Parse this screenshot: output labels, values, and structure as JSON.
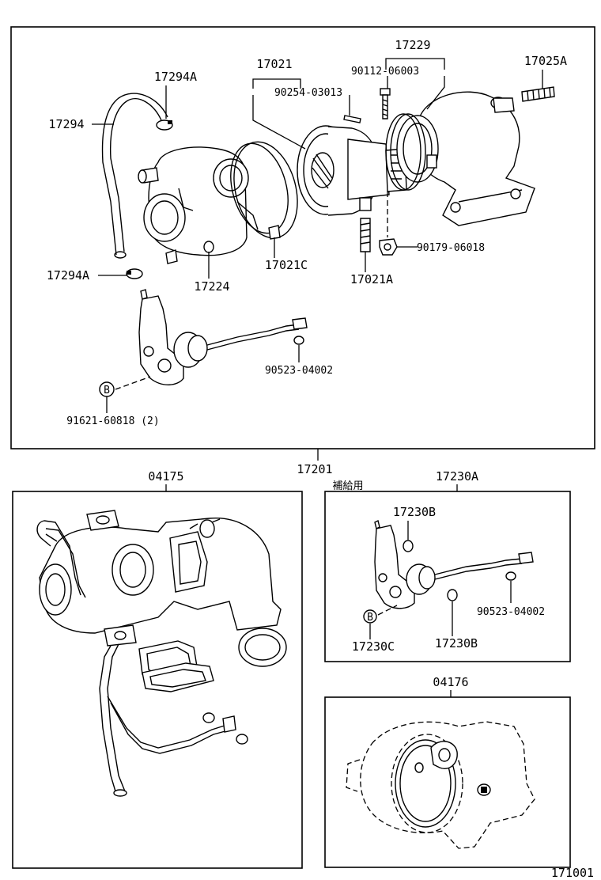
{
  "labels": {
    "p17229": "17229",
    "p17021": "17021",
    "p90112": "90112-06003",
    "p17025A": "17025A",
    "p17294A_top": "17294A",
    "p90254": "90254-03013",
    "p17294": "17294",
    "p90179": "90179-06018",
    "p17021C": "17021C",
    "p17021A": "17021A",
    "p17294A_bot": "17294A",
    "p17224": "17224",
    "p90523_top": "90523-04002",
    "p91621": "91621-60818 (2)",
    "p17201": "17201",
    "p04175": "04175",
    "hokyuyo": "補給用",
    "p17230A": "17230A",
    "p17230B_top": "17230B",
    "p90523_mid": "90523-04002",
    "p17230C": "17230C",
    "p17230B_bot": "17230B",
    "p04176": "04176",
    "p171001": "171001"
  },
  "markers": {
    "b_top": "B",
    "b_mid": "B"
  }
}
